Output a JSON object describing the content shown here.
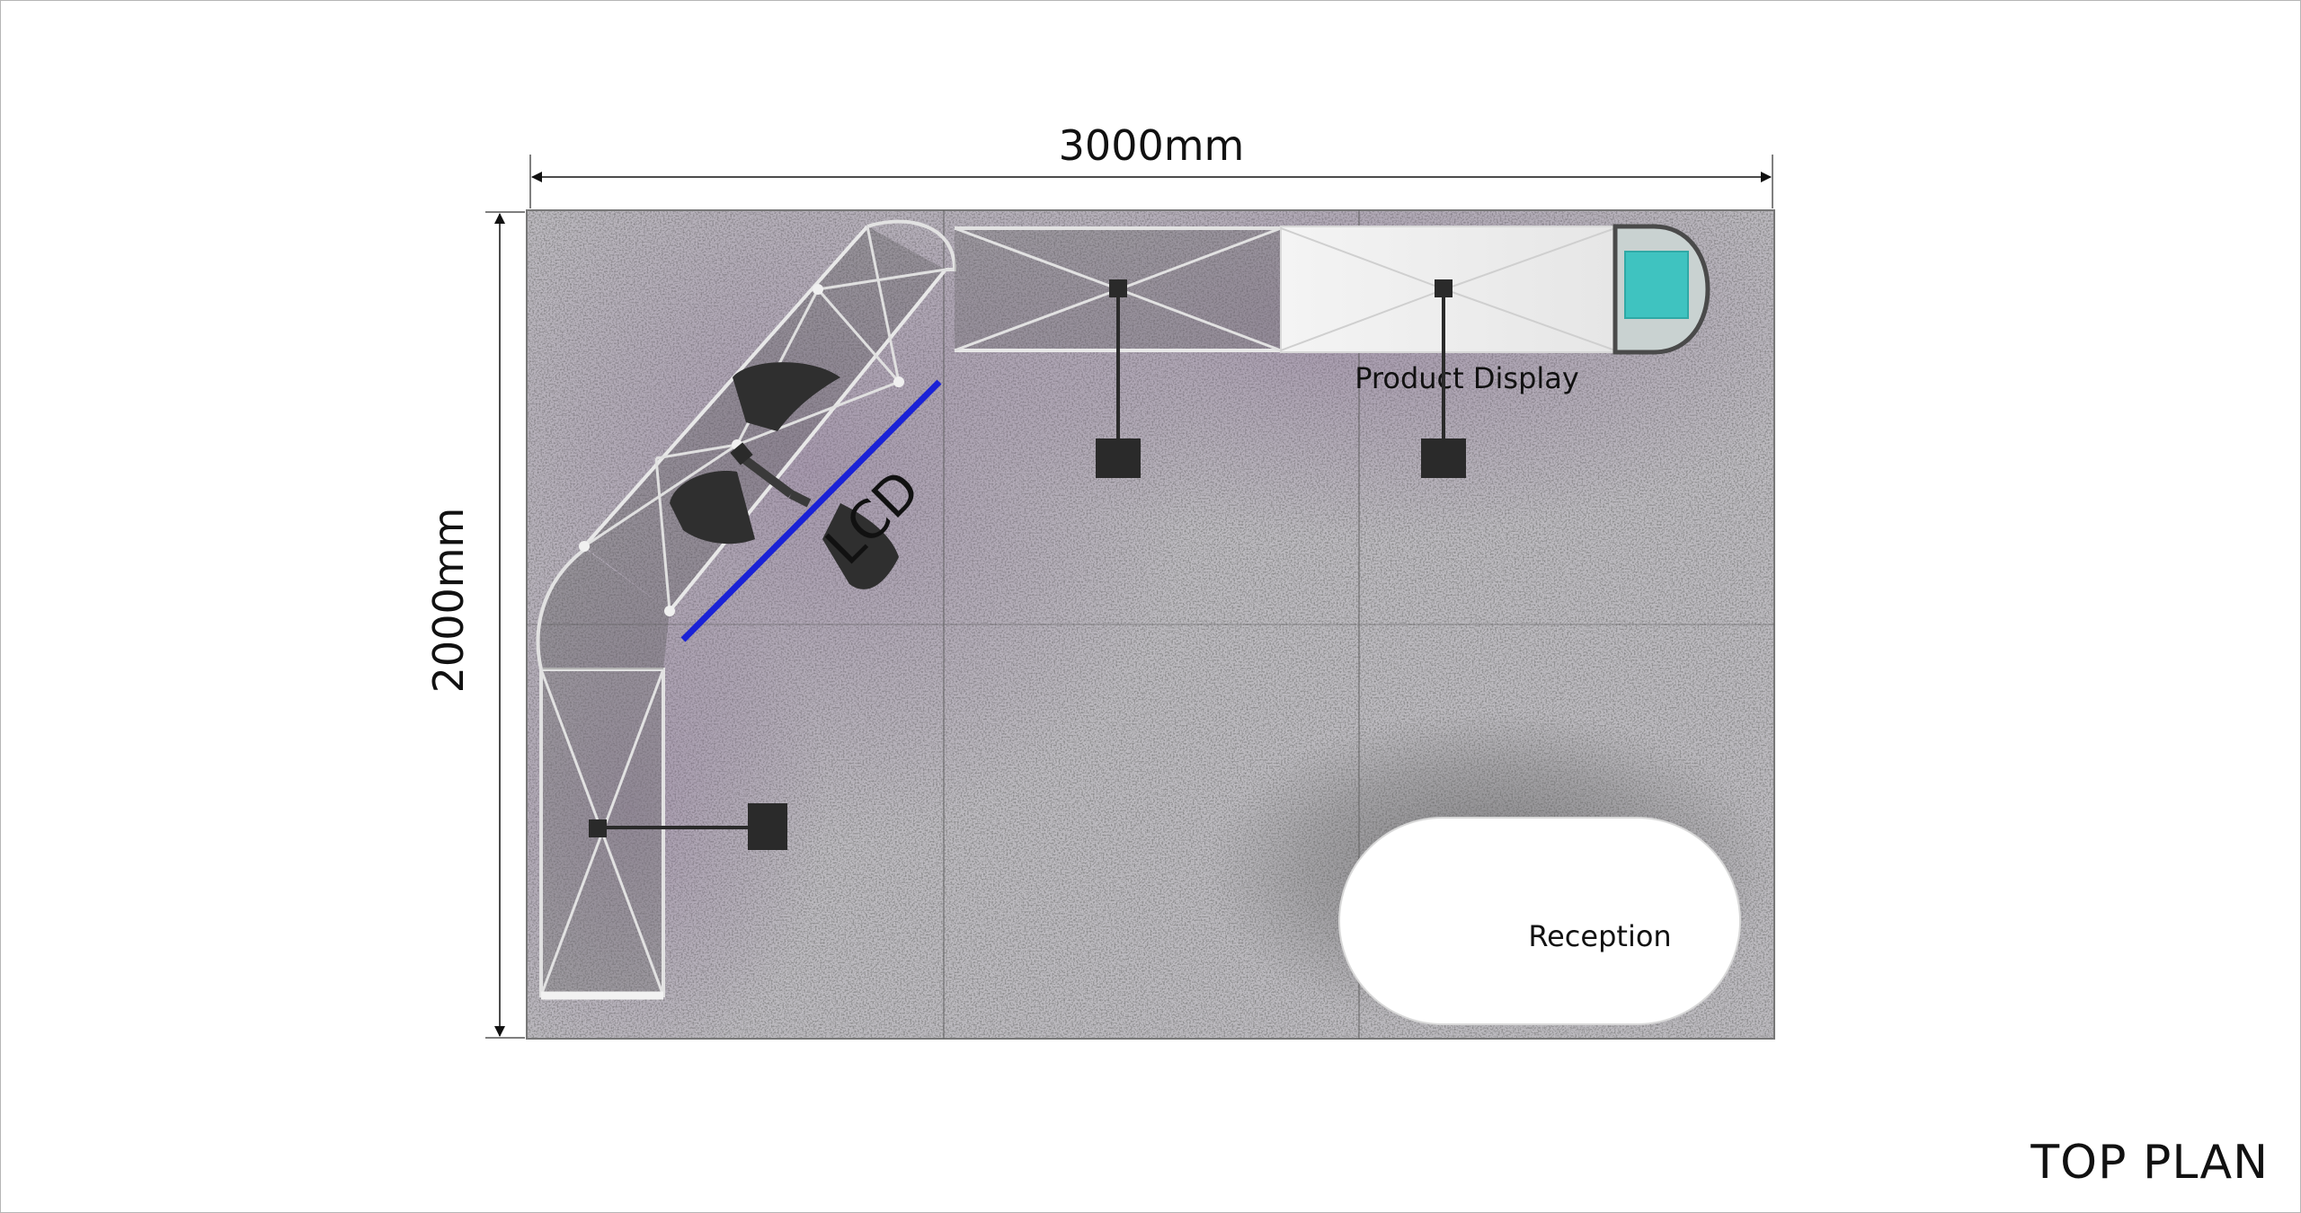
{
  "plan": {
    "title": "TOP PLAN",
    "width_dimension": "3000mm",
    "depth_dimension": "2000mm",
    "labels": {
      "lcd": "LCD",
      "product_display": "Product Display",
      "reception": "Reception"
    },
    "colors": {
      "carpet": "#9e9aa2",
      "lcd_screen": "#1a22d6",
      "product_display_glass": "#3fc3c0",
      "frame": "#e9e9e9",
      "light_fixture": "#2a2a2a",
      "reception_counter": "#ffffff"
    }
  }
}
